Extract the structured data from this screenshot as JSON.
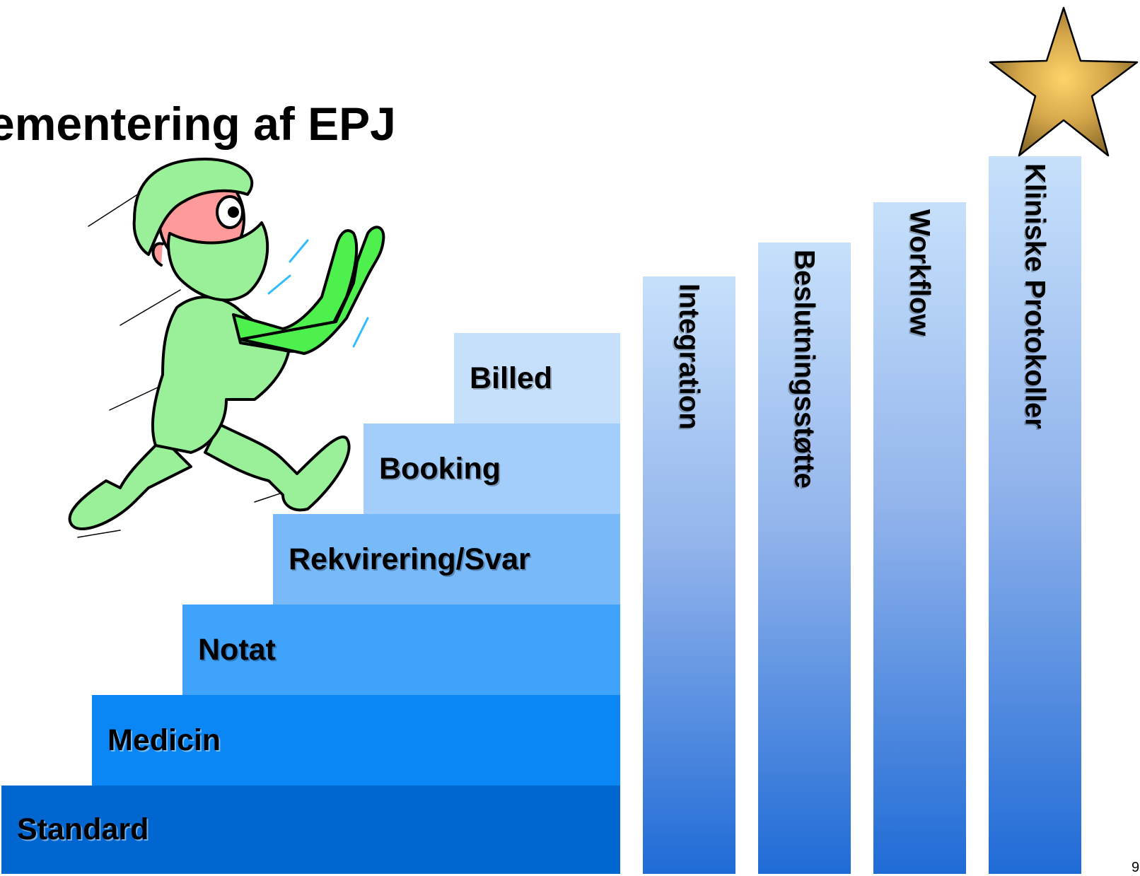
{
  "title": "ementering af EPJ",
  "steps": [
    {
      "label": "Standard",
      "color": "#0066d0"
    },
    {
      "label": "Medicin",
      "color": "#0a87f5"
    },
    {
      "label": "Notat",
      "color": "#3fa2fb"
    },
    {
      "label": "Rekvirering/Svar",
      "color": "#78b9fa"
    },
    {
      "label": "Booking",
      "color": "#a3cdfb"
    },
    {
      "label": "Billed",
      "color": "#c6e0fc"
    }
  ],
  "pillars": [
    {
      "label": "Integration"
    },
    {
      "label": "Beslutningsstøtte"
    },
    {
      "label": "Workflow"
    },
    {
      "label": "Kliniske Protokoller"
    }
  ],
  "page_number": "9",
  "colors": {
    "pillar_top": "#c6e0fb",
    "pillar_bottom": "#1f6bd6",
    "star": "#e9b654"
  },
  "icons": {
    "star": "star-icon",
    "surgeon": "running-surgeon-illustration"
  }
}
